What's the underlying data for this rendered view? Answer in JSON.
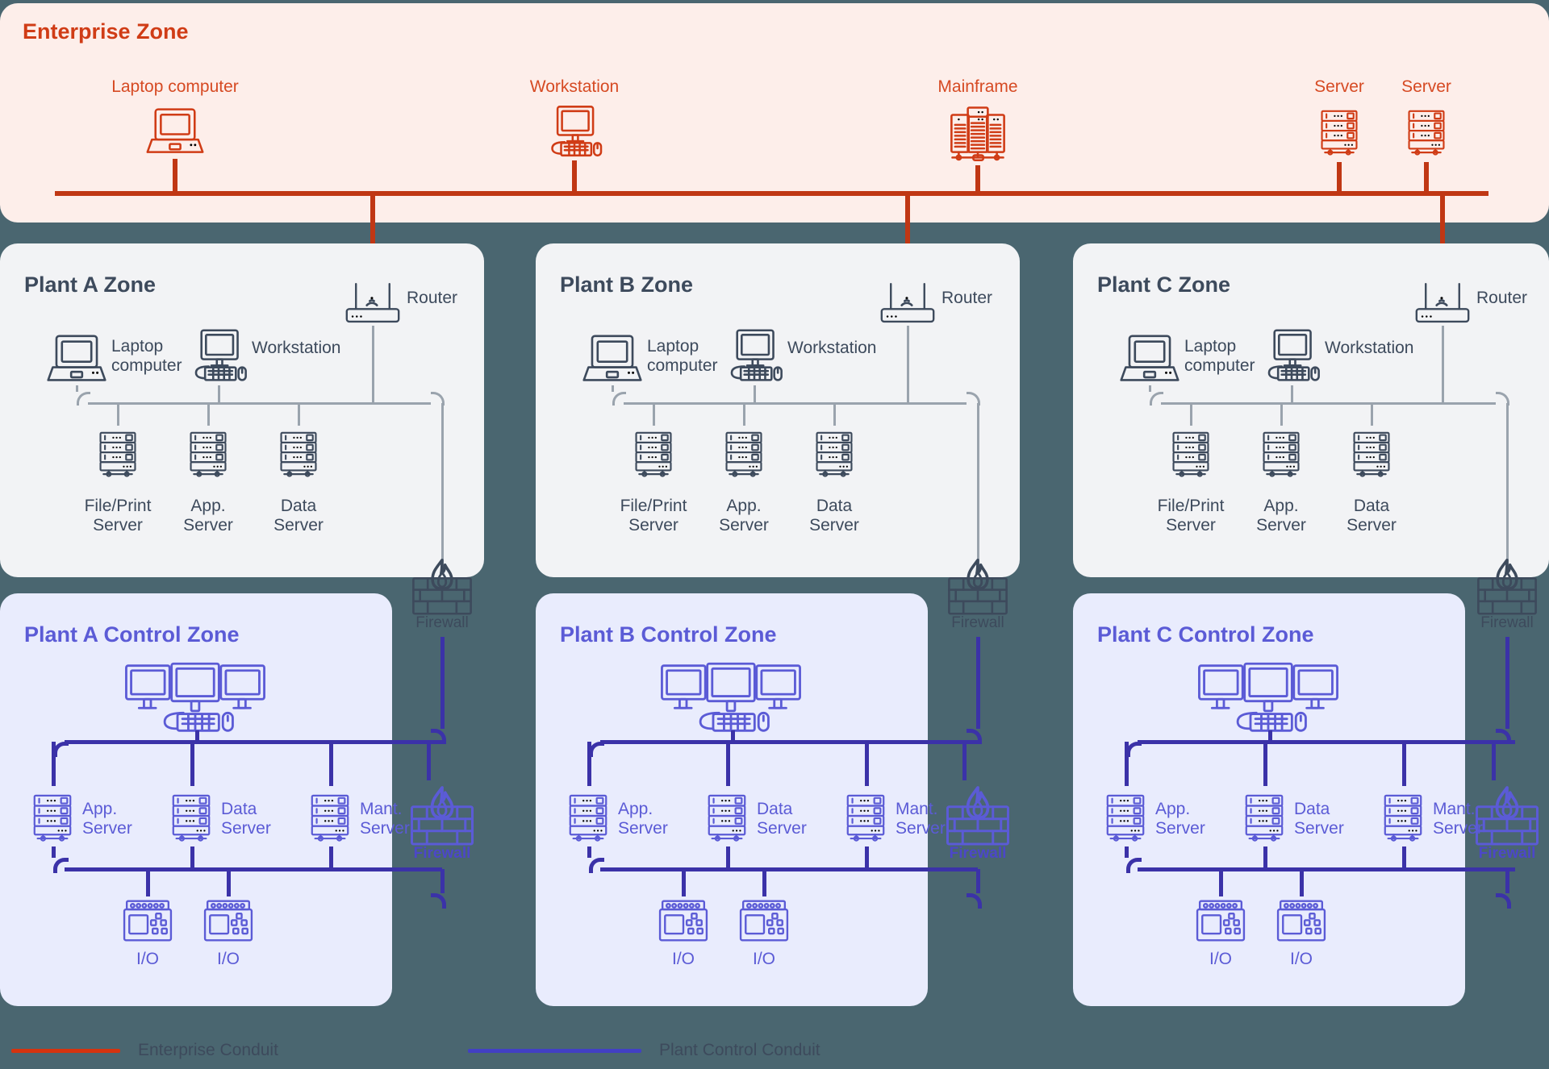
{
  "diagram": {
    "background_color": "#4a6670",
    "colors": {
      "enterprise_accent": "#d03c16",
      "enterprise_fill": "#fdeeea",
      "plant_accent": "#3d4a5c",
      "plant_fill": "#f2f3f5",
      "control_accent": "#5b5bd6",
      "control_fill": "#e9ecfd",
      "enterprise_conduit": "#c03714",
      "plant_conduit": "#9aa3ad",
      "control_conduit": "#3b32a8"
    }
  },
  "enterprise_zone": {
    "title": "Enterprise Zone",
    "nodes": [
      {
        "label": "Laptop computer",
        "icon": "laptop-icon"
      },
      {
        "label": "Workstation",
        "icon": "workstation-icon"
      },
      {
        "label": "Mainframe",
        "icon": "mainframe-icon"
      },
      {
        "label": "Server",
        "icon": "server-icon"
      },
      {
        "label": "Server",
        "icon": "server-icon"
      }
    ]
  },
  "plant_zones": [
    {
      "title": "Plant A Zone",
      "router": {
        "label": "Router",
        "icon": "router-icon"
      },
      "laptop": {
        "label": "Laptop\ncomputer",
        "icon": "laptop-icon"
      },
      "workstation": {
        "label": "Workstation",
        "icon": "workstation-icon"
      },
      "servers": [
        {
          "label": "File/Print\nServer",
          "icon": "server-icon"
        },
        {
          "label": "App.\nServer",
          "icon": "server-icon"
        },
        {
          "label": "Data\nServer",
          "icon": "server-icon"
        }
      ],
      "firewall": {
        "label": "Firewall",
        "icon": "firewall-icon"
      }
    },
    {
      "title": "Plant B Zone",
      "router": {
        "label": "Router",
        "icon": "router-icon"
      },
      "laptop": {
        "label": "Laptop\ncomputer",
        "icon": "laptop-icon"
      },
      "workstation": {
        "label": "Workstation",
        "icon": "workstation-icon"
      },
      "servers": [
        {
          "label": "File/Print\nServer",
          "icon": "server-icon"
        },
        {
          "label": "App.\nServer",
          "icon": "server-icon"
        },
        {
          "label": "Data\nServer",
          "icon": "server-icon"
        }
      ],
      "firewall": {
        "label": "Firewall",
        "icon": "firewall-icon"
      }
    },
    {
      "title": "Plant C Zone",
      "router": {
        "label": "Router",
        "icon": "router-icon"
      },
      "laptop": {
        "label": "Laptop\ncomputer",
        "icon": "laptop-icon"
      },
      "workstation": {
        "label": "Workstation",
        "icon": "workstation-icon"
      },
      "servers": [
        {
          "label": "File/Print\nServer",
          "icon": "server-icon"
        },
        {
          "label": "App.\nServer",
          "icon": "server-icon"
        },
        {
          "label": "Data\nServer",
          "icon": "server-icon"
        }
      ],
      "firewall": {
        "label": "Firewall",
        "icon": "firewall-icon"
      }
    }
  ],
  "control_zones": [
    {
      "title": "Plant A Control Zone",
      "hmi": {
        "icon": "triple-monitor-workstation-icon"
      },
      "servers": [
        {
          "label": "App.\nServer",
          "icon": "server-icon"
        },
        {
          "label": "Data\nServer",
          "icon": "server-icon"
        },
        {
          "label": "Mant.\nServer",
          "icon": "server-icon"
        }
      ],
      "io_modules": [
        {
          "label": "I/O",
          "icon": "io-module-icon"
        },
        {
          "label": "I/O",
          "icon": "io-module-icon"
        }
      ],
      "firewall": {
        "label": "Firewall",
        "icon": "firewall-icon"
      }
    },
    {
      "title": "Plant B Control Zone",
      "hmi": {
        "icon": "triple-monitor-workstation-icon"
      },
      "servers": [
        {
          "label": "App.\nServer",
          "icon": "server-icon"
        },
        {
          "label": "Data\nServer",
          "icon": "server-icon"
        },
        {
          "label": "Mant.\nServer",
          "icon": "server-icon"
        }
      ],
      "io_modules": [
        {
          "label": "I/O",
          "icon": "io-module-icon"
        },
        {
          "label": "I/O",
          "icon": "io-module-icon"
        }
      ],
      "firewall": {
        "label": "Firewall",
        "icon": "firewall-icon"
      }
    },
    {
      "title": "Plant C Control Zone",
      "hmi": {
        "icon": "triple-monitor-workstation-icon"
      },
      "servers": [
        {
          "label": "App.\nServer",
          "icon": "server-icon"
        },
        {
          "label": "Data\nServer",
          "icon": "server-icon"
        },
        {
          "label": "Mant.\nServer",
          "icon": "server-icon"
        }
      ],
      "io_modules": [
        {
          "label": "I/O",
          "icon": "io-module-icon"
        },
        {
          "label": "I/O",
          "icon": "io-module-icon"
        }
      ],
      "firewall": {
        "label": "Firewall",
        "icon": "firewall-icon"
      }
    }
  ],
  "legend": {
    "items": [
      {
        "label": "Enterprise Conduit",
        "color": "#d5330f"
      },
      {
        "label": "Plant Control Conduit",
        "color": "#4240c4"
      }
    ]
  }
}
